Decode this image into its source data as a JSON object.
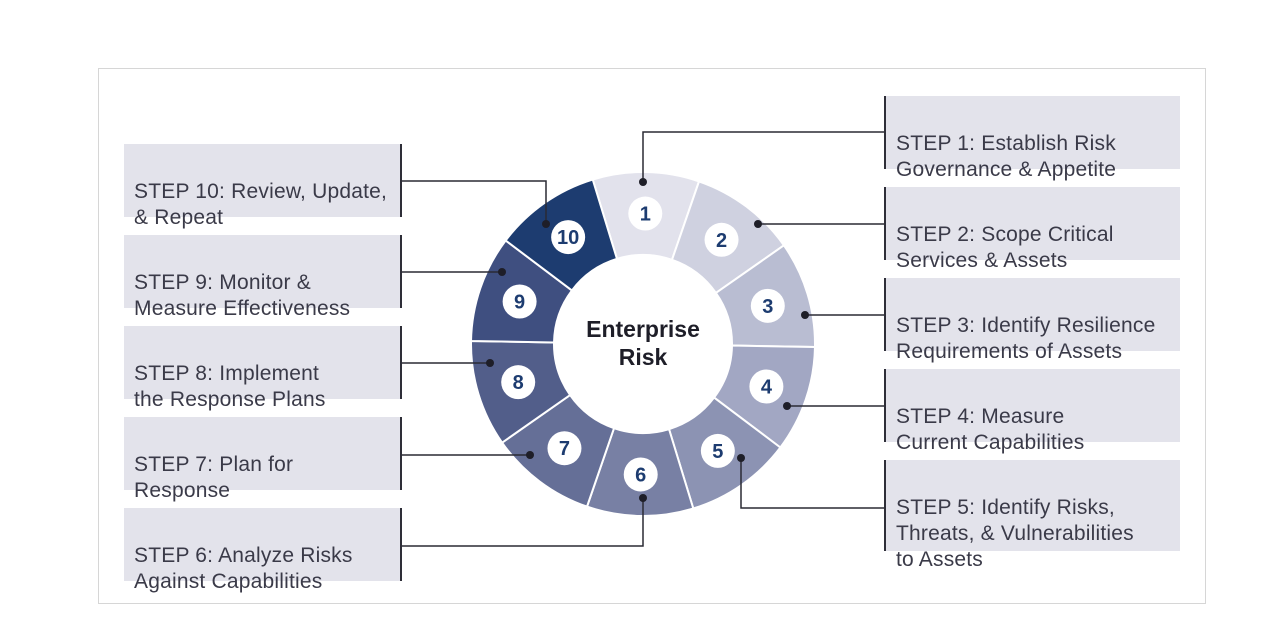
{
  "center": {
    "line1": "Enterprise",
    "line2": "Risk"
  },
  "steps": [
    {
      "num": "1",
      "label": "STEP 1: Establish Risk\nGovernance & Appetite",
      "color": "#e2e2ec"
    },
    {
      "num": "2",
      "label": "STEP 2: Scope Critical\nServices & Assets",
      "color": "#cfd1e0"
    },
    {
      "num": "3",
      "label": "STEP 3: Identify Resilience\nRequirements of Assets",
      "color": "#b9bdd2"
    },
    {
      "num": "4",
      "label": "STEP 4: Measure\nCurrent Capabilities",
      "color": "#a2a7c3"
    },
    {
      "num": "5",
      "label": "STEP 5: Identify Risks,\nThreats, & Vulnerabilities\nto Assets",
      "color": "#8c93b3"
    },
    {
      "num": "6",
      "label": "STEP 6: Analyze Risks\nAgainst Capabilities",
      "color": "#7880a4"
    },
    {
      "num": "7",
      "label": "STEP 7: Plan for\nResponse",
      "color": "#656f97"
    },
    {
      "num": "8",
      "label": "STEP 8: Implement\nthe Response Plans",
      "color": "#525e8a"
    },
    {
      "num": "9",
      "label": "STEP 9: Monitor &\nMeasure Effectiveness",
      "color": "#3f4f80"
    },
    {
      "num": "10",
      "label": "STEP 10: Review, Update,\n& Repeat",
      "color": "#1d3c70"
    }
  ]
}
